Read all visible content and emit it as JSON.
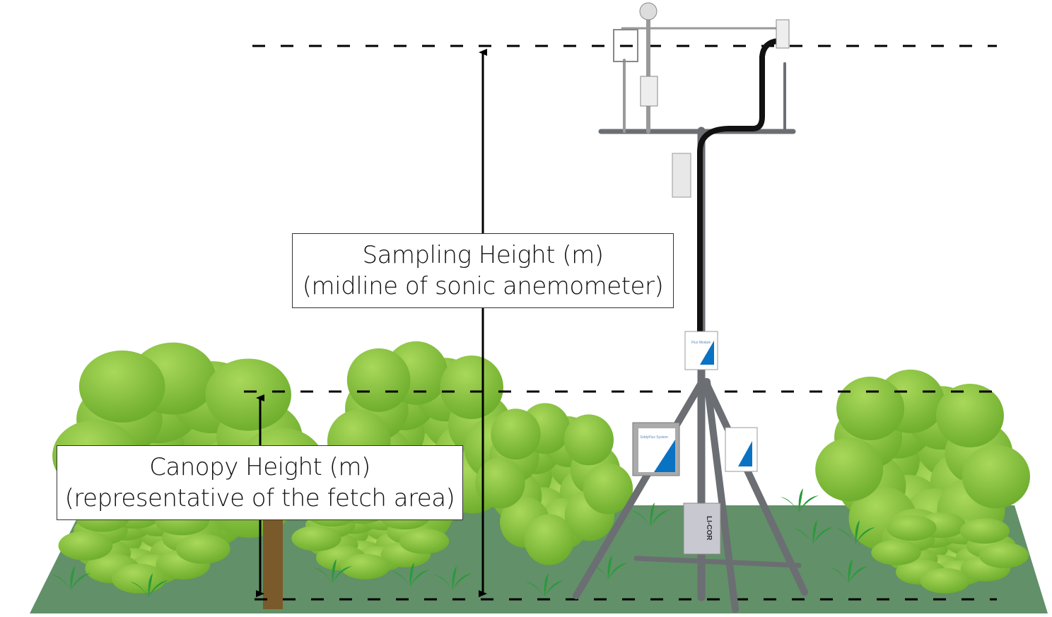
{
  "sampling_label": {
    "line1": "Sampling Height (m)",
    "line2": "(midline of sonic anemometer)"
  },
  "canopy_label": {
    "line1": "Canopy Height (m)",
    "line2": "(representative of the fetch area)"
  },
  "enclosure_logos": [
    "Flux Module",
    "EddyFlux System",
    "LI-COR"
  ],
  "colors": {
    "ground": "#629068",
    "foliage": "#8dc63f",
    "foliage_dark": "#6fae2e",
    "trunk": "#7a5a2a",
    "tower": "#6b6e72",
    "cable": "#111111",
    "enclosure_accent": "#0a72c2"
  }
}
